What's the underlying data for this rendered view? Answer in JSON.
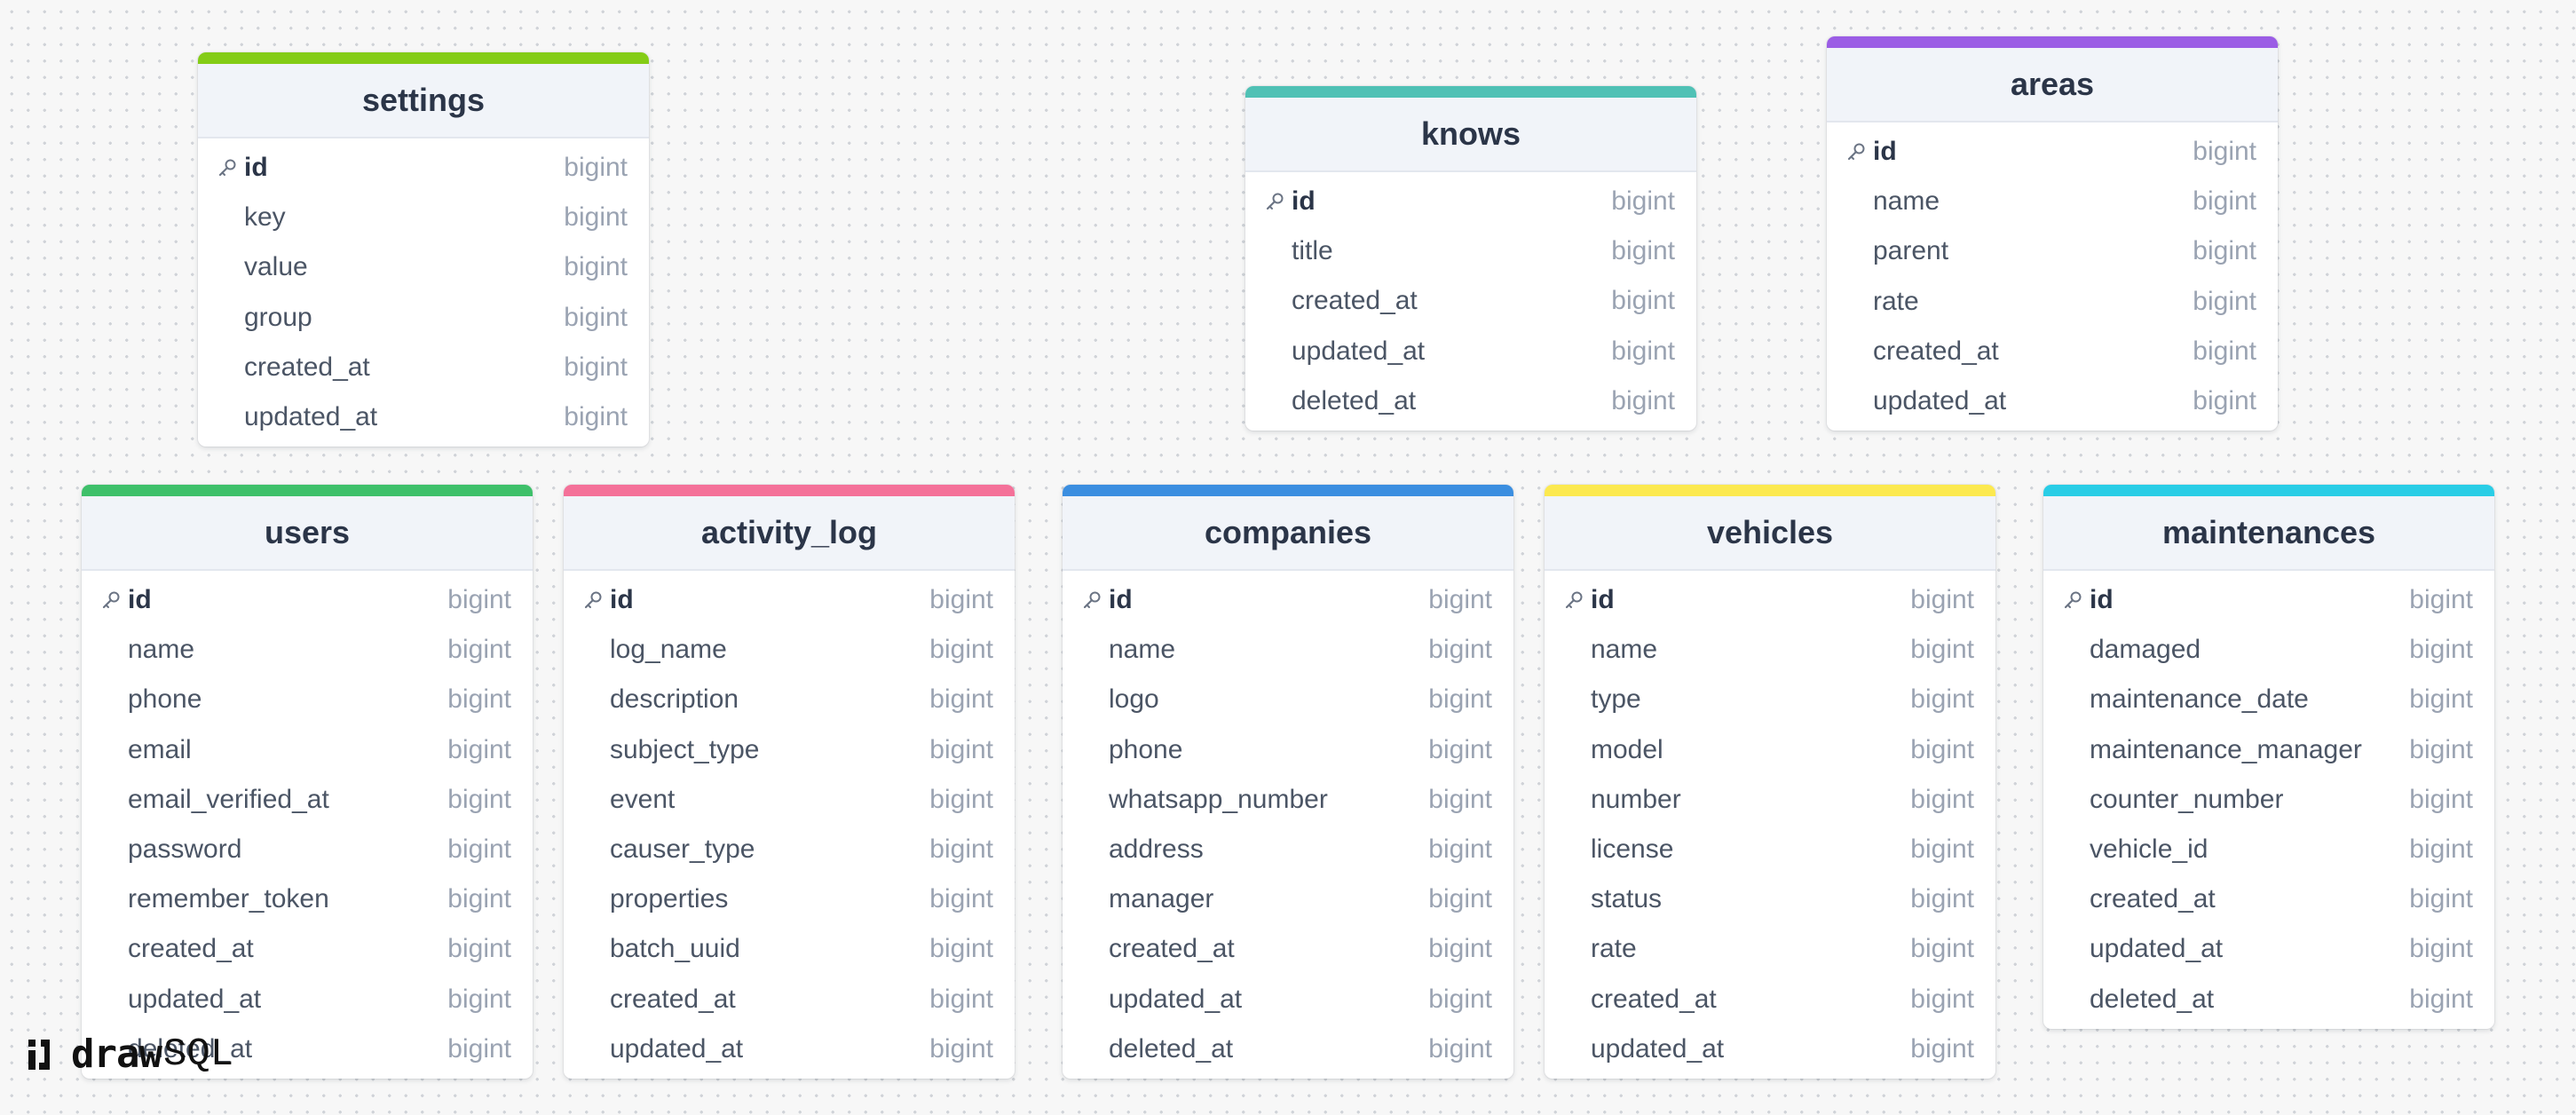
{
  "brand": {
    "name_bold": "draw",
    "name_light": "SQL"
  },
  "tables": {
    "settings": {
      "name": "settings",
      "accent": "#84cc16",
      "columns": [
        {
          "name": "id",
          "type": "bigint",
          "pk": true
        },
        {
          "name": "key",
          "type": "bigint"
        },
        {
          "name": "value",
          "type": "bigint"
        },
        {
          "name": "group",
          "type": "bigint"
        },
        {
          "name": "created_at",
          "type": "bigint"
        },
        {
          "name": "updated_at",
          "type": "bigint"
        }
      ]
    },
    "knows": {
      "name": "knows",
      "accent": "#4fc1b5",
      "columns": [
        {
          "name": "id",
          "type": "bigint",
          "pk": true
        },
        {
          "name": "title",
          "type": "bigint"
        },
        {
          "name": "created_at",
          "type": "bigint"
        },
        {
          "name": "updated_at",
          "type": "bigint"
        },
        {
          "name": "deleted_at",
          "type": "bigint"
        }
      ]
    },
    "areas": {
      "name": "areas",
      "accent": "#9b5de5",
      "columns": [
        {
          "name": "id",
          "type": "bigint",
          "pk": true
        },
        {
          "name": "name",
          "type": "bigint"
        },
        {
          "name": "parent",
          "type": "bigint"
        },
        {
          "name": "rate",
          "type": "bigint"
        },
        {
          "name": "created_at",
          "type": "bigint"
        },
        {
          "name": "updated_at",
          "type": "bigint"
        }
      ]
    },
    "users": {
      "name": "users",
      "accent": "#3ec06a",
      "columns": [
        {
          "name": "id",
          "type": "bigint",
          "pk": true
        },
        {
          "name": "name",
          "type": "bigint"
        },
        {
          "name": "phone",
          "type": "bigint"
        },
        {
          "name": "email",
          "type": "bigint"
        },
        {
          "name": "email_verified_at",
          "type": "bigint"
        },
        {
          "name": "password",
          "type": "bigint"
        },
        {
          "name": "remember_token",
          "type": "bigint"
        },
        {
          "name": "created_at",
          "type": "bigint"
        },
        {
          "name": "updated_at",
          "type": "bigint"
        },
        {
          "name": "deleted_at",
          "type": "bigint"
        }
      ]
    },
    "activity_log": {
      "name": "activity_log",
      "accent": "#f47199",
      "columns": [
        {
          "name": "id",
          "type": "bigint",
          "pk": true
        },
        {
          "name": "log_name",
          "type": "bigint"
        },
        {
          "name": "description",
          "type": "bigint"
        },
        {
          "name": "subject_type",
          "type": "bigint"
        },
        {
          "name": "event",
          "type": "bigint"
        },
        {
          "name": "causer_type",
          "type": "bigint"
        },
        {
          "name": "properties",
          "type": "bigint"
        },
        {
          "name": "batch_uuid",
          "type": "bigint"
        },
        {
          "name": "created_at",
          "type": "bigint"
        },
        {
          "name": "updated_at",
          "type": "bigint"
        }
      ]
    },
    "companies": {
      "name": "companies",
      "accent": "#3b8ee0",
      "columns": [
        {
          "name": "id",
          "type": "bigint",
          "pk": true
        },
        {
          "name": "name",
          "type": "bigint"
        },
        {
          "name": "logo",
          "type": "bigint"
        },
        {
          "name": "phone",
          "type": "bigint"
        },
        {
          "name": "whatsapp_number",
          "type": "bigint"
        },
        {
          "name": "address",
          "type": "bigint"
        },
        {
          "name": "manager",
          "type": "bigint"
        },
        {
          "name": "created_at",
          "type": "bigint"
        },
        {
          "name": "updated_at",
          "type": "bigint"
        },
        {
          "name": "deleted_at",
          "type": "bigint"
        }
      ]
    },
    "vehicles": {
      "name": "vehicles",
      "accent": "#fce94f",
      "columns": [
        {
          "name": "id",
          "type": "bigint",
          "pk": true
        },
        {
          "name": "name",
          "type": "bigint"
        },
        {
          "name": "type",
          "type": "bigint"
        },
        {
          "name": "model",
          "type": "bigint"
        },
        {
          "name": "number",
          "type": "bigint"
        },
        {
          "name": "license",
          "type": "bigint"
        },
        {
          "name": "status",
          "type": "bigint"
        },
        {
          "name": "rate",
          "type": "bigint"
        },
        {
          "name": "created_at",
          "type": "bigint"
        },
        {
          "name": "updated_at",
          "type": "bigint"
        }
      ]
    },
    "maintenances": {
      "name": "maintenances",
      "accent": "#29cde6",
      "columns": [
        {
          "name": "id",
          "type": "bigint",
          "pk": true
        },
        {
          "name": "damaged",
          "type": "bigint"
        },
        {
          "name": "maintenance_date",
          "type": "bigint"
        },
        {
          "name": "maintenance_manager",
          "type": "bigint"
        },
        {
          "name": "counter_number",
          "type": "bigint"
        },
        {
          "name": "vehicle_id",
          "type": "bigint"
        },
        {
          "name": "created_at",
          "type": "bigint"
        },
        {
          "name": "updated_at",
          "type": "bigint"
        },
        {
          "name": "deleted_at",
          "type": "bigint"
        }
      ]
    }
  }
}
